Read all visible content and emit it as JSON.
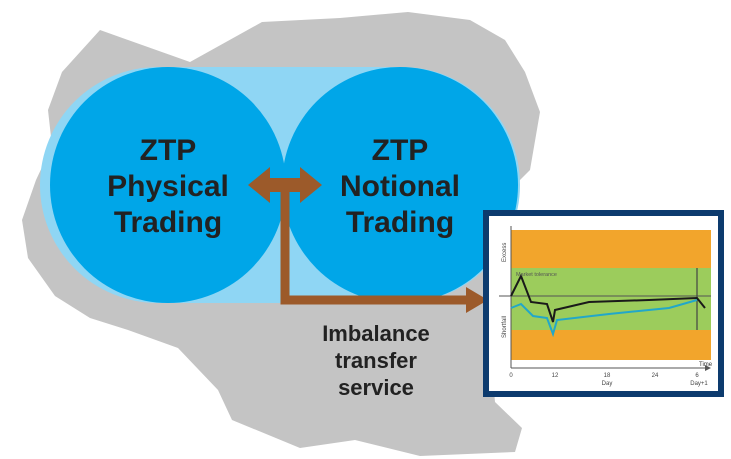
{
  "diagram": {
    "left_circle": {
      "line1": "ZTP",
      "line2": "Physical",
      "line3": "Trading"
    },
    "right_circle": {
      "line1": "ZTP",
      "line2": "Notional",
      "line3": "Trading"
    },
    "service": {
      "line1": "Imbalance",
      "line2": "transfer",
      "line3": "service"
    }
  },
  "inset_chart": {
    "y_top_label": "Excess",
    "y_bottom_label": "Shortfall",
    "band_label": "Market tolerance",
    "x_axis_label": "Time",
    "x_ticks": [
      "0",
      "12",
      "18",
      "24",
      "6"
    ],
    "x_sub_labels": [
      "Day",
      "Day+1"
    ]
  },
  "colors": {
    "map_gray": "#c4c4c4",
    "capsule_light": "#8fd6f4",
    "circle_blue": "#00a6e8",
    "arrow_brown": "#9c5a2a",
    "inset_border": "#0d3b6e",
    "band_orange": "#f2a52c",
    "band_green": "#9ccc5c"
  }
}
